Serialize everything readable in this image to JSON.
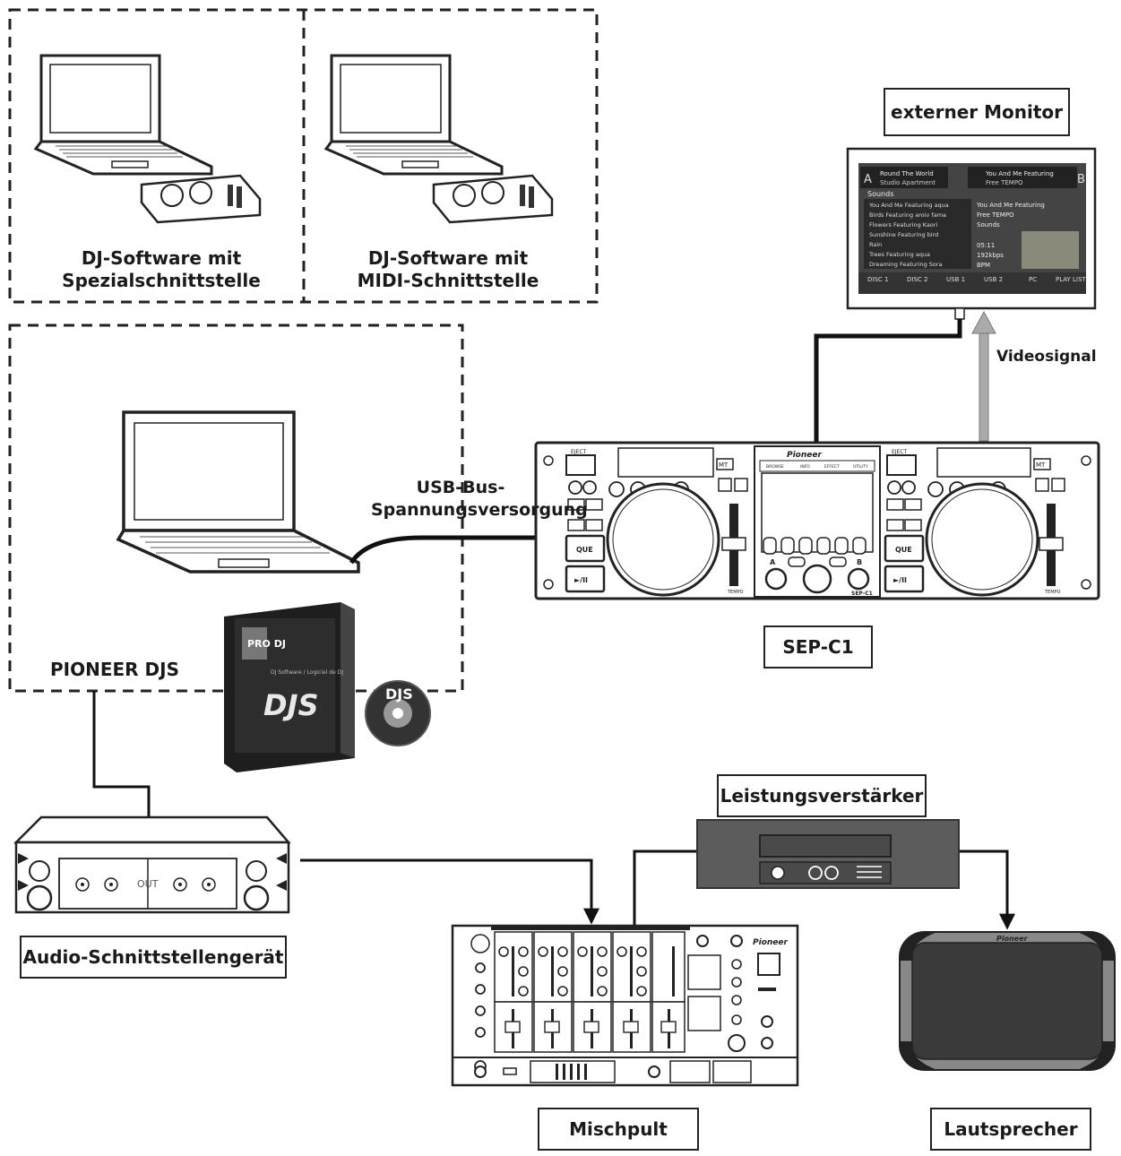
{
  "groups": {
    "special_interface": [
      "DJ-Software mit",
      "Spezialschnittstelle"
    ],
    "midi_interface": [
      "DJ-Software mit",
      "MIDI-Schnittstelle"
    ],
    "pioneer_djs": "PIONEER DJS"
  },
  "labels": {
    "external_monitor": "externer Monitor",
    "video_signal": "Videosignal",
    "usb_power": [
      "USB-Bus-",
      "Spannungsversorgung"
    ],
    "sep_c1": "SEP-C1",
    "power_amp": "Leistungsverstärker",
    "audio_interface": "Audio-Schnittstellengerät",
    "mixer": "Mischpult",
    "speaker": "Lautsprecher"
  },
  "devices": {
    "audio_interface_out": "OUT",
    "brand": "Pioneer",
    "djs_box_text": "DJS",
    "djs_box_brand": "PRO DJ",
    "djs_box_sub": "DJ Software / Logiciel de DJ",
    "controller": {
      "eject": "EJECT",
      "que": "QUE",
      "play": "►/II",
      "mt": "MT",
      "tempo": "TEMPO",
      "load_a": "A",
      "load_b": "B",
      "model": "SEP-C1",
      "center_tabs": [
        "BROWSE",
        "INFO",
        "EFFECT",
        "UTILITY"
      ]
    },
    "monitor_screen": {
      "deck_a": "A",
      "deck_b": "B",
      "track_a": [
        "Round The World",
        "Studio Apartment"
      ],
      "track_b": [
        "You And Me Featuring",
        "Free TEMPO"
      ],
      "folder": "Sounds",
      "list": [
        "You And Me Featuring aqua",
        "Birds Featuring aroiv fama",
        "Flowers Featuring Kaori",
        "Sunshine Featuring bird",
        "Rain",
        "Trees Featuring aqua",
        "Dreaming Featuring Sora"
      ],
      "info": [
        "You And Me Featuring",
        "Free TEMPO",
        "Sounds",
        "05:11",
        "192kbps",
        "BPM"
      ],
      "tabs": [
        "DISC 1",
        "DISC 2",
        "USB 1",
        "USB 2",
        "PC",
        "PLAY LIST"
      ]
    }
  },
  "colors": {
    "line": "#111111",
    "arrow_gray": "#9a9a9a",
    "amp_body": "#5c5c5c",
    "speaker_body": "#3a3a3a"
  }
}
